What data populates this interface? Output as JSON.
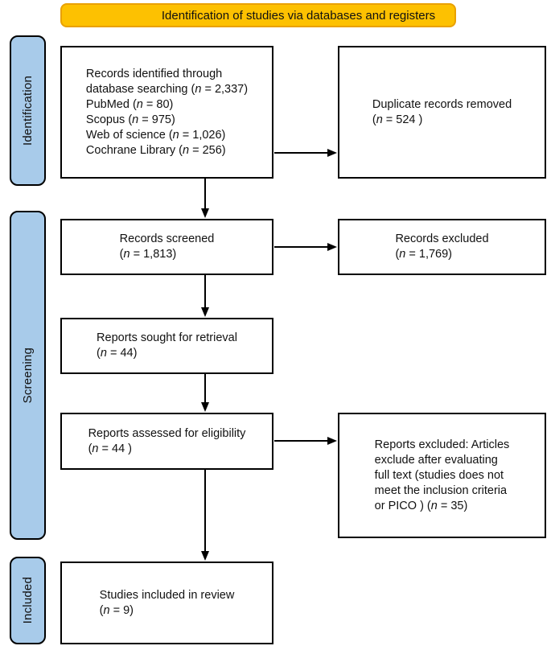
{
  "banner": {
    "label": "Identification of studies via databases and registers"
  },
  "sidebar": {
    "stages": [
      {
        "label": "Identification"
      },
      {
        "label": "Screening"
      },
      {
        "label": "Included"
      }
    ]
  },
  "boxes": {
    "records_identified": {
      "lines": [
        "Records identified through",
        "database searching (n = 2,337)",
        "PubMed (n = 80)",
        "Scopus (n = 975)",
        "Web of science (n = 1,026)",
        "Cochrane Library (n = 256)"
      ]
    },
    "duplicates_removed": {
      "lines": [
        "Duplicate records removed",
        "(n = 524 )"
      ]
    },
    "records_screened": {
      "lines": [
        "Records screened",
        "(n = 1,813)"
      ]
    },
    "records_excluded": {
      "lines": [
        "Records excluded",
        "(n = 1,769)"
      ]
    },
    "reports_sought": {
      "lines": [
        "Reports sought for retrieval",
        "(n = 44)"
      ]
    },
    "reports_assessed": {
      "lines": [
        "Reports assessed for eligibility",
        "(n = 44 )"
      ]
    },
    "reports_excluded": {
      "lines": [
        "Reports excluded: Articles",
        "exclude after evaluating",
        "full text (studies does not",
        "meet the inclusion criteria",
        "or PICO ) (n = 35)"
      ]
    },
    "studies_included": {
      "lines": [
        "Studies included in review",
        "(n = 9)"
      ]
    }
  },
  "colors": {
    "banner_fill": "#FDC101",
    "banner_border": "#E9A100",
    "stage_fill": "#A8CBEA",
    "box_border": "#000000",
    "arrow": "#000000"
  }
}
